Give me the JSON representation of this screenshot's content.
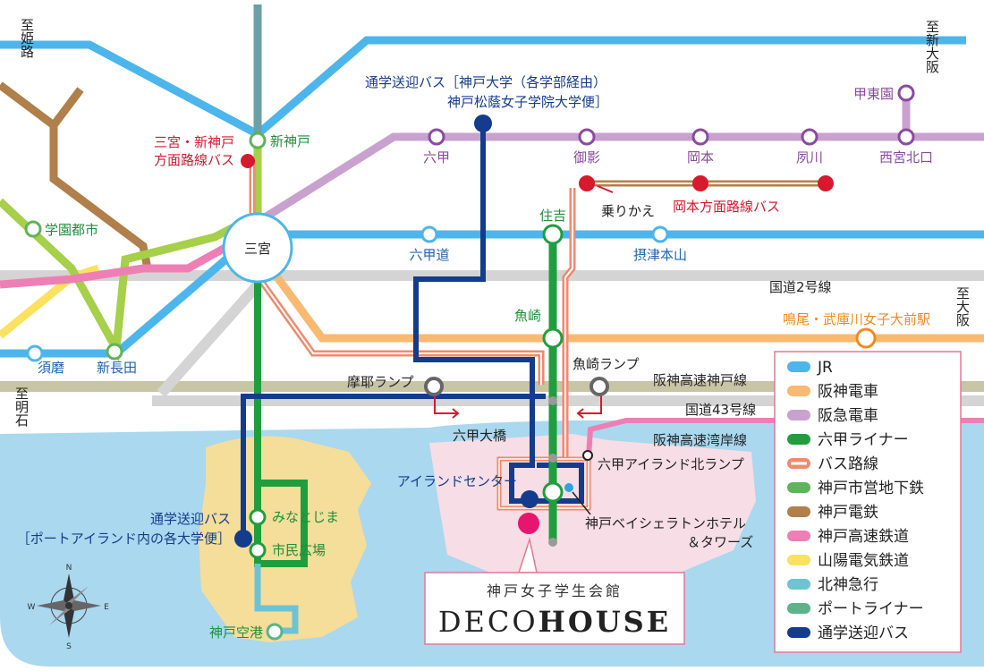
{
  "destinations": {
    "himeji": "至姫路",
    "shin_osaka": "至新大阪",
    "osaka": "至大阪",
    "akashi": "至明石"
  },
  "stations": {
    "shin_kobe": "新神戸",
    "sannomiya": "三宮",
    "gakuen_toshi": "学園都市",
    "suma": "須磨",
    "shin_nagata": "新長田",
    "rokko": "六甲",
    "mikage": "御影",
    "okamoto": "岡本",
    "shukugawa": "夙川",
    "nishinomiya_kitaguchi": "西宮北口",
    "koto_en": "甲東園",
    "rokkomichi": "六甲道",
    "settsu_motoyama": "摂津本山",
    "sumiyoshi": "住吉",
    "uozaki": "魚崎",
    "island_center": "アイランドセンター",
    "minatojima": "みなとじま",
    "shimin_hiroba": "市民広場",
    "kobe_airport": "神戸空港",
    "naruo": "鳴尾・武庫川女子大前駅"
  },
  "labels": {
    "sannomiya_bus_line1": "三宮・新神戸",
    "sannomiya_bus_line2": "方面路線バス",
    "school_bus_univ_line1": "通学送迎バス［神戸大学（各学部経由）",
    "school_bus_univ_line2": "神戸松蔭女子学院大学便］",
    "transfer": "乗りかえ",
    "okamoto_bus": "岡本方面路線バス",
    "route2": "国道2号線",
    "maya_ramp": "摩耶ランプ",
    "uozaki_ramp": "魚崎ランプ",
    "hanshin_kobe_line": "阪神高速神戸線",
    "route43": "国道43号線",
    "hanshin_wangan_line": "阪神高速湾岸線",
    "rokko_ohashi": "六甲大橋",
    "rokko_island_north_ramp": "六甲アイランド北ランプ",
    "sheraton_line1": "神戸ベイシェラトンホテル",
    "sheraton_line2": "＆タワーズ",
    "school_bus_pi_line1": "通学送迎バス",
    "school_bus_pi_line2": "［ポートアイランド内の各大学便］"
  },
  "venue": {
    "subtitle": "神戸女子学生会館",
    "name_light": "DECO",
    "name_bold": "HOUSE"
  },
  "compass": {
    "n": "N",
    "s": "S",
    "e": "E",
    "w": "W"
  },
  "legend": [
    {
      "label": "JR",
      "color": "#4cb6ec"
    },
    {
      "label": "阪神電車",
      "color": "#f9b970"
    },
    {
      "label": "阪急電車",
      "color": "#c9a1cf"
    },
    {
      "label": "六甲ライナー",
      "color": "#1f9e3e"
    },
    {
      "label": "バス路線",
      "color": "#f08a6c"
    },
    {
      "label": "神戸市営地下鉄",
      "color": "#5fb35a"
    },
    {
      "label": "神戸電鉄",
      "color": "#b07f4a"
    },
    {
      "label": "神戸高速鉄道",
      "color": "#ee7fb5"
    },
    {
      "label": "山陽電気鉄道",
      "color": "#fbe15e"
    },
    {
      "label": "北神急行",
      "color": "#6ec3d2"
    },
    {
      "label": "ポートライナー",
      "color": "#5bb38a"
    },
    {
      "label": "通学送迎バス",
      "color": "#143c8c"
    }
  ]
}
